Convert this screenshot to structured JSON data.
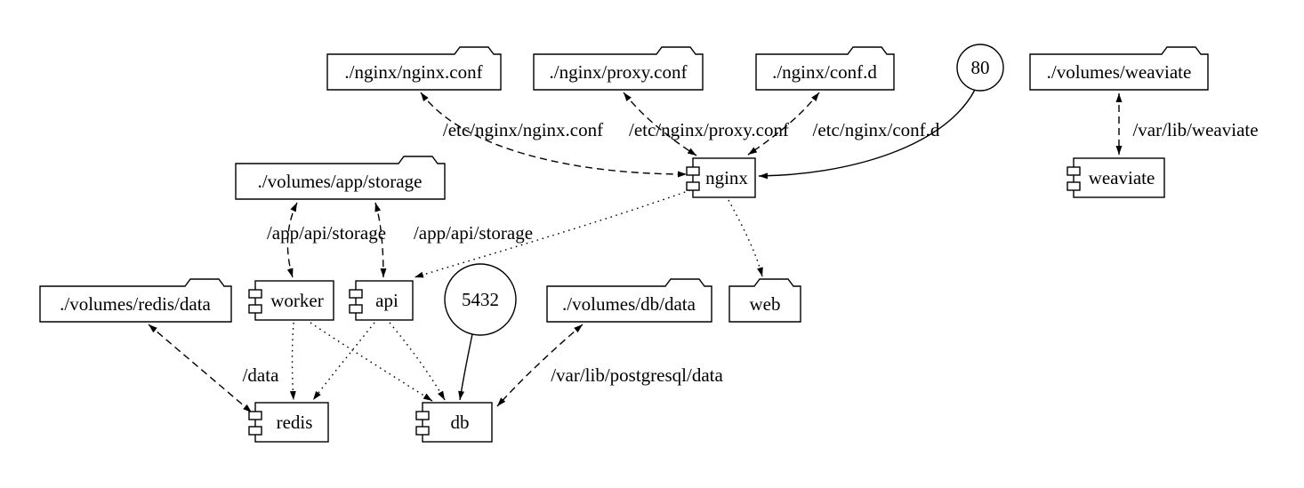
{
  "colors": {
    "background": "#ffffff",
    "stroke": "#000000",
    "text": "#000000"
  },
  "nodes": {
    "nginx_conf": {
      "label": "./nginx/nginx.conf",
      "shape": "folder"
    },
    "proxy_conf": {
      "label": "./nginx/proxy.conf",
      "shape": "folder"
    },
    "conf_d": {
      "label": "./nginx/conf.d",
      "shape": "folder"
    },
    "port_80": {
      "label": "80",
      "shape": "circle"
    },
    "volumes_weaviate": {
      "label": "./volumes/weaviate",
      "shape": "folder"
    },
    "app_storage": {
      "label": "./volumes/app/storage",
      "shape": "folder"
    },
    "nginx": {
      "label": "nginx",
      "shape": "component"
    },
    "weaviate": {
      "label": "weaviate",
      "shape": "component"
    },
    "redis_data": {
      "label": "./volumes/redis/data",
      "shape": "folder"
    },
    "worker": {
      "label": "worker",
      "shape": "component"
    },
    "api": {
      "label": "api",
      "shape": "component"
    },
    "port_5432": {
      "label": "5432",
      "shape": "circle"
    },
    "db_data": {
      "label": "./volumes/db/data",
      "shape": "folder"
    },
    "web": {
      "label": "web",
      "shape": "folder"
    },
    "redis": {
      "label": "redis",
      "shape": "component"
    },
    "db": {
      "label": "db",
      "shape": "component"
    }
  },
  "edges": {
    "nginx_conf_mount": {
      "from": "nginx",
      "to": "nginx_conf",
      "label": "/etc/nginx/nginx.conf",
      "style": "dashed",
      "dir": "both"
    },
    "proxy_conf_mount": {
      "from": "nginx",
      "to": "proxy_conf",
      "label": "/etc/nginx/proxy.conf",
      "style": "dashed",
      "dir": "both"
    },
    "conf_d_mount": {
      "from": "nginx",
      "to": "conf_d",
      "label": "/etc/nginx/conf.d",
      "style": "dashed",
      "dir": "both"
    },
    "port_80_nginx": {
      "from": "port_80",
      "to": "nginx",
      "label": "",
      "style": "solid",
      "dir": "forward"
    },
    "weaviate_mount": {
      "from": "weaviate",
      "to": "volumes_weaviate",
      "label": "/var/lib/weaviate",
      "style": "dashed",
      "dir": "both"
    },
    "worker_storage": {
      "from": "app_storage",
      "to": "worker",
      "label": "/app/api/storage",
      "style": "dashed",
      "dir": "both"
    },
    "api_storage": {
      "from": "app_storage",
      "to": "api",
      "label": "/app/api/storage",
      "style": "dashed",
      "dir": "both"
    },
    "nginx_api": {
      "from": "nginx",
      "to": "api",
      "label": "",
      "style": "dotted",
      "dir": "forward"
    },
    "nginx_web": {
      "from": "nginx",
      "to": "web",
      "label": "",
      "style": "dotted",
      "dir": "forward"
    },
    "worker_redis": {
      "from": "worker",
      "to": "redis",
      "label": "",
      "style": "dotted",
      "dir": "forward"
    },
    "worker_db": {
      "from": "worker",
      "to": "db",
      "label": "",
      "style": "dotted",
      "dir": "forward"
    },
    "api_redis": {
      "from": "api",
      "to": "redis",
      "label": "",
      "style": "dotted",
      "dir": "forward"
    },
    "api_db": {
      "from": "api",
      "to": "db",
      "label": "",
      "style": "dotted",
      "dir": "forward"
    },
    "port_5432_db": {
      "from": "port_5432",
      "to": "db",
      "label": "",
      "style": "solid",
      "dir": "forward"
    },
    "db_data_mount": {
      "from": "db",
      "to": "db_data",
      "label": "/var/lib/postgresql/data",
      "style": "dashed",
      "dir": "both"
    },
    "redis_data_mount": {
      "from": "redis",
      "to": "redis_data",
      "label": "/data",
      "style": "dashed",
      "dir": "both"
    }
  }
}
